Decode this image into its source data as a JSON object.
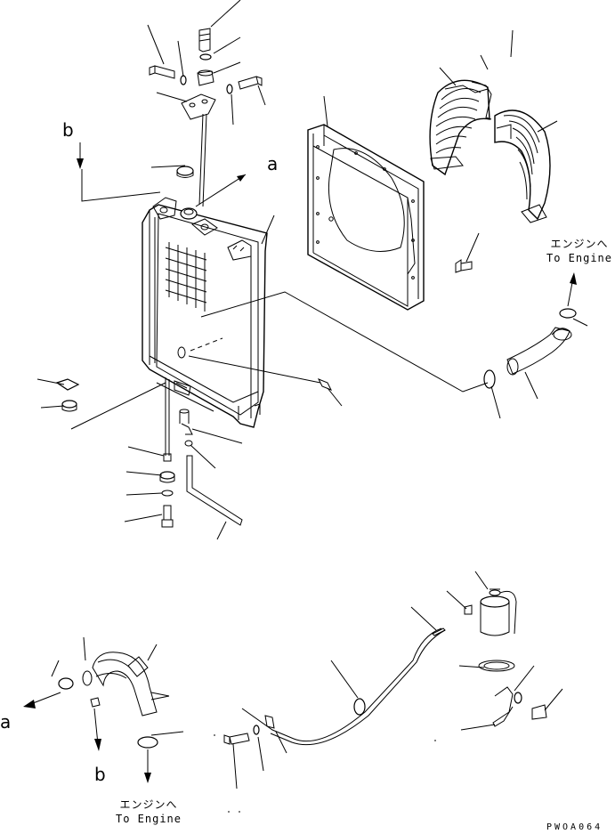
{
  "labels": {
    "a_top": "a",
    "b_top": "b",
    "a_bottom": "a",
    "b_bottom": "b"
  },
  "notes": {
    "to_engine_right_jp": "エンジンへ",
    "to_engine_right_en": "To Engine",
    "to_engine_bottom_jp": "エンジンへ",
    "to_engine_bottom_en": "To Engine"
  },
  "drawing_code": "PWOA064"
}
